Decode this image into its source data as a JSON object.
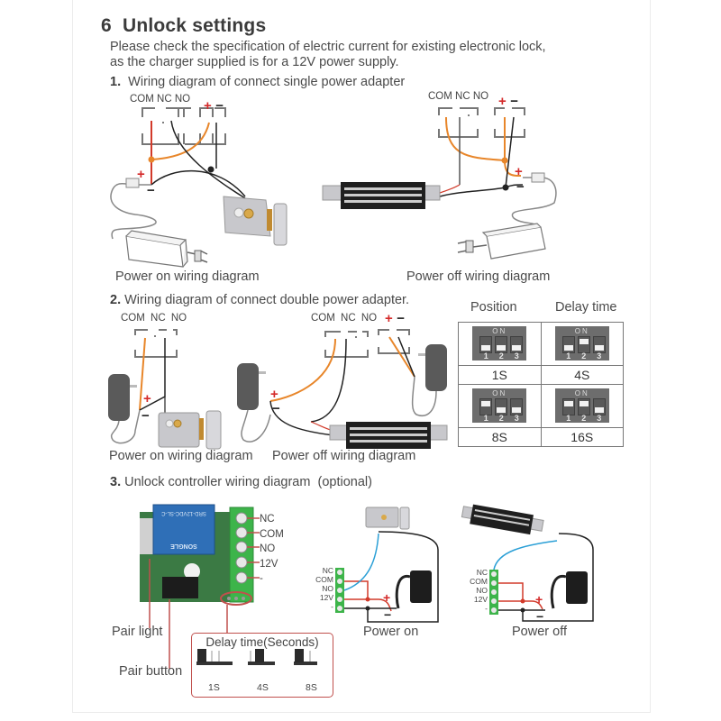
{
  "heading": {
    "number": "6",
    "title": "Unlock settings"
  },
  "intro": {
    "line1": "Please check the specification of electric current for existing electronic lock,",
    "line2": "as the charger supplied is for a 12V power supply."
  },
  "section1": {
    "number": "1.",
    "title": "Wiring diagram of connect single power adapter",
    "terminals": {
      "com": "COM",
      "nc": "NC",
      "no": "NO",
      "plus": "+",
      "minus": "−"
    },
    "left_caption": "Power on wiring diagram",
    "right_caption": "Power off wiring diagram"
  },
  "section2": {
    "number": "2.",
    "title": "Wiring diagram of connect double power adapter.",
    "terminals": {
      "com": "COM",
      "nc": "NC",
      "no": "NO",
      "plus": "+",
      "minus": "−"
    },
    "left_caption": "Power on wiring diagram",
    "right_caption": "Power off wiring diagram"
  },
  "dip_table": {
    "headers": [
      "Position",
      "Delay time"
    ],
    "on_label": "ON",
    "switch_numbers": [
      "1",
      "2",
      "3"
    ],
    "rows": [
      {
        "label": "1S",
        "switches": [
          false,
          false,
          false
        ]
      },
      {
        "label": "4S",
        "switches": [
          false,
          true,
          false
        ]
      },
      {
        "label": "8S",
        "switches": [
          true,
          false,
          false
        ]
      },
      {
        "label": "16S",
        "switches": [
          true,
          true,
          false
        ]
      }
    ]
  },
  "section3": {
    "number": "3.",
    "title": "Unlock controller wiring diagram",
    "optional": "(optional)",
    "relay_text": {
      "model": "SRD-12VDC-SL-C",
      "brand": "SONGLE"
    },
    "controller_terminals": [
      "NC",
      "COM",
      "NO",
      "12V",
      "-"
    ],
    "pair_light": "Pair light",
    "pair_button": "Pair button",
    "delay_box": {
      "title": "Delay time(Seconds)",
      "jumpers": [
        "1S",
        "4S",
        "8S"
      ]
    },
    "power_on_caption": "Power on",
    "power_off_caption": "Power off",
    "mini_terminals": [
      "NC",
      "COM",
      "NO",
      "12V",
      "-"
    ],
    "plus": "+",
    "minus": "−"
  },
  "colors": {
    "wire_red": "#d23a2a",
    "wire_orange": "#e8862a",
    "wire_black": "#222222",
    "wire_blue": "#2a9fd6",
    "terminal_green": "#3db44a",
    "relay_blue": "#2f6fb7",
    "callout_red": "#c0504d"
  }
}
